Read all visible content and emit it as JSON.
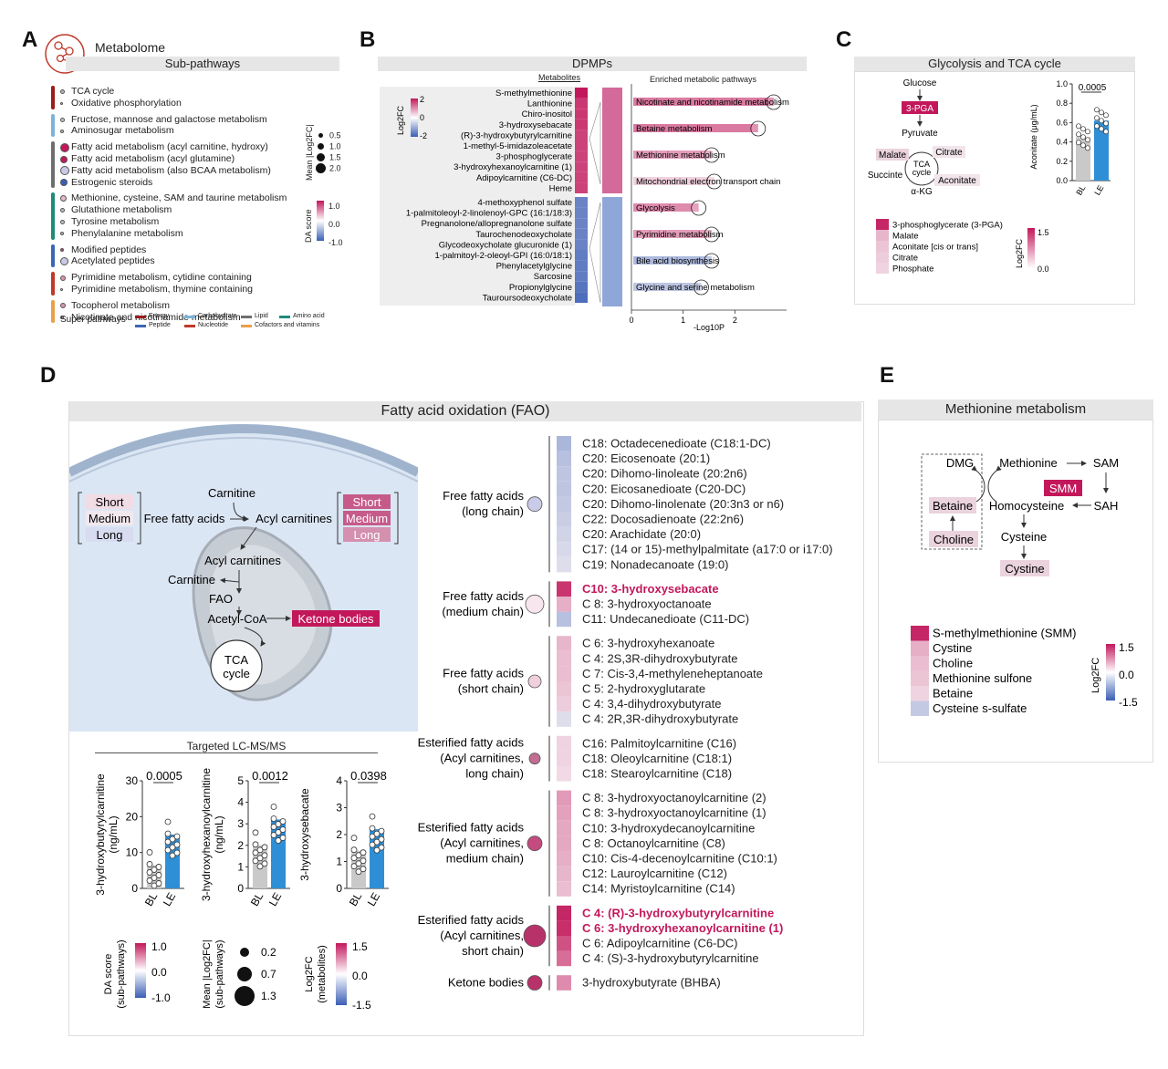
{
  "panelA": {
    "letter": "A",
    "title": "Metabolome",
    "header": "Sub-pathways",
    "groups": [
      {
        "color": "#9b1c1c",
        "items": [
          {
            "label": "TCA cycle",
            "size": 5,
            "color": "#b6b6b6"
          },
          {
            "label": "Oxidative phosphorylation",
            "size": 3,
            "color": "#b6b6b6"
          }
        ]
      },
      {
        "color": "#7cb3d8",
        "items": [
          {
            "label": "Fructose, mannose and galactose metabolism",
            "size": 5,
            "color": "#c3c3c3"
          },
          {
            "label": "Aminosugar metabolism",
            "size": 4,
            "color": "#c3c3c3"
          }
        ]
      },
      {
        "color": "#6e6e6e",
        "items": [
          {
            "label": "Fatty acid metabolism (acyl carnitine, hydroxy)",
            "size": 10,
            "color": "#c2185b"
          },
          {
            "label": "Fatty acid metabolism (acyl glutamine)",
            "size": 8,
            "color": "#c2185b"
          },
          {
            "label": "Fatty acid metabolism (also BCAA metabolism)",
            "size": 10,
            "color": "#c9c9e6"
          },
          {
            "label": "Estrogenic steroids",
            "size": 8,
            "color": "#3b5fb5"
          }
        ]
      },
      {
        "color": "#1f8a7a",
        "items": [
          {
            "label": "Methionine, cysteine, SAM and taurine metabolism",
            "size": 7,
            "color": "#e5b9c8"
          },
          {
            "label": "Glutathione metabolism",
            "size": 5,
            "color": "#bdbdbd"
          },
          {
            "label": "Tyrosine metabolism",
            "size": 5,
            "color": "#bdbdbd"
          },
          {
            "label": "Phenylalanine metabolism",
            "size": 4,
            "color": "#bdbdbd"
          }
        ]
      },
      {
        "color": "#3b66b5",
        "items": [
          {
            "label": "Modified peptides",
            "size": 4,
            "color": "#c04070"
          },
          {
            "label": "Acetylated peptides",
            "size": 9,
            "color": "#c9c9e6"
          }
        ]
      },
      {
        "color": "#c0392b",
        "items": [
          {
            "label": "Pyrimidine metabolism, cytidine containing",
            "size": 6,
            "color": "#d993ad"
          },
          {
            "label": "Pyrimidine metabolism, thymine containing",
            "size": 3,
            "color": "#bdbdbd"
          }
        ]
      },
      {
        "color": "#e8a04a",
        "items": [
          {
            "label": "Tocopherol metabolism",
            "size": 6,
            "color": "#d993ad"
          },
          {
            "label": "Nicotinate and nicotinamide metabolism",
            "size": 4,
            "color": "#bdbdbd"
          }
        ]
      }
    ],
    "size_legend_title": "Mean |Log2FC|",
    "size_legend": [
      "0.5",
      "1.0",
      "1.5",
      "2.0"
    ],
    "da_legend_title": "DA score",
    "da_legend": [
      "1.0",
      "0.0",
      "-1.0"
    ],
    "super_label": "Super pathways",
    "super": [
      {
        "label": "Energy",
        "color": "#9b1c1c"
      },
      {
        "label": "Carbohydrate",
        "color": "#7cb3d8"
      },
      {
        "label": "Lipid",
        "color": "#6e6e6e"
      },
      {
        "label": "Amino acid",
        "color": "#1f8a7a"
      },
      {
        "label": "Peptide",
        "color": "#3b66b5"
      },
      {
        "label": "Nucleotide",
        "color": "#c0392b"
      },
      {
        "label": "Cofactors and vitamins",
        "color": "#e8a04a"
      }
    ]
  },
  "panelB": {
    "letter": "B",
    "header": "DPMPs",
    "metab_header": "Metabolites",
    "pathway_header": "Enriched metabolic pathways",
    "legend_title": "Log2FC",
    "legend_ticks": [
      "2",
      "0",
      "-2"
    ],
    "metabolites": [
      {
        "label": "S-methylmethionine",
        "v": 1.0
      },
      {
        "label": "Lanthionine",
        "v": 0.85
      },
      {
        "label": "Chiro-inositol",
        "v": 0.85
      },
      {
        "label": "3-hydroxysebacate",
        "v": 0.85
      },
      {
        "label": "(R)-3-hydroxybutyrylcarnitine",
        "v": 0.8
      },
      {
        "label": "1-methyl-5-imidazoleacetate",
        "v": 0.8
      },
      {
        "label": "3-phosphoglycerate",
        "v": 0.8
      },
      {
        "label": "3-hydroxyhexanoylcarnitine (1)",
        "v": 0.8
      },
      {
        "label": "Adipoylcarnitine (C6-DC)",
        "v": 0.8
      },
      {
        "label": "Heme",
        "v": 0.8
      },
      {
        "label": "4-methoxyphenol sulfate",
        "v": -0.75
      },
      {
        "label": "1-palmitoleoyl-2-linolenoyl-GPC (16:1/18:3)",
        "v": -0.75
      },
      {
        "label": "Pregnanolone/allopregnanolone sulfate",
        "v": -0.75
      },
      {
        "label": "Taurochenodeoxycholate",
        "v": -0.75
      },
      {
        "label": "Glycodeoxycholate glucuronide (1)",
        "v": -0.75
      },
      {
        "label": "1-palmitoyl-2-oleoyl-GPI (16:0/18:1)",
        "v": -0.8
      },
      {
        "label": "Phenylacetylglycine",
        "v": -0.8
      },
      {
        "label": "Sarcosine",
        "v": -0.8
      },
      {
        "label": "Propionylglycine",
        "v": -0.85
      },
      {
        "label": "Tauroursodeoxycholate",
        "v": -0.9
      }
    ],
    "pathways": [
      {
        "label": "Nicotinate and nicotinamide metabolism",
        "logp": 2.75,
        "fc": 0.7
      },
      {
        "label": "Betaine metabolism",
        "logp": 2.45,
        "fc": 0.7
      },
      {
        "label": "Methionine metabolism",
        "logp": 1.55,
        "fc": 0.5
      },
      {
        "label": "Mitochondrial electron transport chain",
        "logp": 1.6,
        "fc": 0.2
      },
      {
        "label": "Glycolysis",
        "logp": 1.3,
        "fc": 0.6
      },
      {
        "label": "Pyrimidine metabolism",
        "logp": 1.55,
        "fc": 0.5
      },
      {
        "label": "Bile acid biosynthesis",
        "logp": 1.55,
        "fc": -0.5
      },
      {
        "label": "Glycine and serine metabolism",
        "logp": 1.35,
        "fc": -0.4
      }
    ],
    "xlabel": "-Log10P",
    "xticks": [
      "0",
      "1",
      "2"
    ]
  },
  "panelC": {
    "letter": "C",
    "header": "Glycolysis and TCA cycle",
    "nodes": {
      "glucose": "Glucose",
      "pga": "3-PGA",
      "pyruvate": "Pyruvate",
      "malate": "Malate",
      "citrate": "Citrate",
      "tca": "TCA cycle",
      "succinate": "Succinte",
      "aconitate": "Aconitate",
      "akg": "α-KG"
    },
    "bar": {
      "ylabel": "Aconitate (μg/mL)",
      "yticks": [
        "0.0",
        "0.2",
        "0.4",
        "0.6",
        "0.8",
        "1.0"
      ],
      "pval": "0.0005",
      "categories": [
        "BL",
        "LE"
      ],
      "values": [
        0.45,
        0.62
      ]
    },
    "heat": [
      {
        "label": "3-phosphoglycerate (3-PGA)",
        "v": 1.4
      },
      {
        "label": "Malate",
        "v": 0.4
      },
      {
        "label": "Aconitate [cis or trans]",
        "v": 0.3
      },
      {
        "label": "Citrate",
        "v": 0.25
      },
      {
        "label": "Phosphate",
        "v": 0.2
      }
    ],
    "legend_title": "Log2FC",
    "legend_ticks": [
      "1.5",
      "0.0"
    ]
  },
  "panelD": {
    "letter": "D",
    "header": "Fatty acid oxidation (FAO)",
    "left_chips": [
      "Short",
      "Medium",
      "Long"
    ],
    "right_chips": [
      "Short",
      "Medium",
      "Long"
    ],
    "carnitine": "Carnitine",
    "ffa": "Free fatty acids",
    "acylc": "Acyl carnitines",
    "acylc2": "Acyl carnitines",
    "carnitine2": "Carnitine",
    "fao": "FAO",
    "acetyl": "Acetyl-CoA",
    "ketone": "Ketone bodies",
    "tca": "TCA cycle",
    "targeted_header": "Targeted LC-MS/MS",
    "bars": [
      {
        "ylabel": "3-hydroxybutyrylcarnitine (ng/mL)",
        "yticks": [
          "0",
          "10",
          "20",
          "30"
        ],
        "ymax": 30,
        "pval": "0.0005",
        "values": [
          6.5,
          15
        ],
        "categories": [
          "BL",
          "LE"
        ]
      },
      {
        "ylabel": "3-hydroxyhexanoylcarnitine (ng/mL)",
        "yticks": [
          "0",
          "1",
          "2",
          "3",
          "4",
          "5"
        ],
        "ymax": 5,
        "pval": "0.0012",
        "values": [
          2.0,
          3.2
        ],
        "categories": [
          "BL",
          "LE"
        ]
      },
      {
        "ylabel": "3-hydroxysebacate",
        "yticks": [
          "0",
          "1",
          "2",
          "3",
          "4"
        ],
        "ymax": 4,
        "pval": "0.0398",
        "values": [
          1.4,
          2.2
        ],
        "categories": [
          "BL",
          "LE"
        ]
      }
    ],
    "legend_da_title": "DA score (sub-pathways)",
    "legend_da": [
      "1.0",
      "0.0",
      "-1.0"
    ],
    "legend_size_title": "Mean |Log2FC| (sub-pathways)",
    "legend_size": [
      "0.2",
      "0.7",
      "1.3"
    ],
    "legend_fc_title": "Log2FC (metabolites)",
    "legend_fc": [
      "1.5",
      "0.0",
      "-1.5"
    ],
    "groups": [
      {
        "label": "Free fatty acids (long chain)",
        "dot": {
          "size": 16,
          "color": "#c9cbe8"
        },
        "items": [
          {
            "label": "C18: Octadecenedioate (C18:1-DC)",
            "v": -0.6,
            "hi": false
          },
          {
            "label": "C20: Eicosenoate (20:1)",
            "v": -0.5,
            "hi": false
          },
          {
            "label": "C20: Dihomo-linoleate (20:2n6)",
            "v": -0.45,
            "hi": false
          },
          {
            "label": "C20: Eicosanedioate (C20-DC)",
            "v": -0.45,
            "hi": false
          },
          {
            "label": "C20: Dihomo-linolenate (20:3n3 or n6)",
            "v": -0.4,
            "hi": false
          },
          {
            "label": "C22: Docosadienoate (22:2n6)",
            "v": -0.35,
            "hi": false
          },
          {
            "label": "C20: Arachidate (20:0)",
            "v": -0.3,
            "hi": false
          },
          {
            "label": "C17: (14 or 15)-methylpalmitate (a17:0 or i17:0)",
            "v": -0.25,
            "hi": false
          },
          {
            "label": "C19: Nonadecanoate (19:0)",
            "v": -0.2,
            "hi": false
          }
        ]
      },
      {
        "label": "Free fatty acids (medium chain)",
        "dot": {
          "size": 20,
          "color": "#f8e6ee"
        },
        "items": [
          {
            "label": "C10: 3-hydroxysebacate",
            "v": 1.3,
            "hi": true
          },
          {
            "label": "C 8: 3-hydroxyoctanoate",
            "v": 0.45,
            "hi": false
          },
          {
            "label": "C11: Undecanedioate (C11-DC)",
            "v": -0.5,
            "hi": false
          }
        ]
      },
      {
        "label": "Free fatty acids (short chain)",
        "dot": {
          "size": 14,
          "color": "#f0cfdc"
        },
        "items": [
          {
            "label": "C 6: 3-hydroxyhexanoate",
            "v": 0.4,
            "hi": false
          },
          {
            "label": "C 4: 2S,3R-dihydroxybutyrate",
            "v": 0.35,
            "hi": false
          },
          {
            "label": "C 7: Cis-3,4-methyleneheptanoate",
            "v": 0.35,
            "hi": false
          },
          {
            "label": "C 5: 2-hydroxyglutarate",
            "v": 0.3,
            "hi": false
          },
          {
            "label": "C 4: 3,4-dihydroxybutyrate",
            "v": 0.25,
            "hi": false
          },
          {
            "label": "C 4: 2R,3R-dihydroxybutyrate",
            "v": -0.2,
            "hi": false
          }
        ]
      },
      {
        "label": "Esterified fatty acids (Acyl carnitines, long chain)",
        "dot": {
          "size": 12,
          "color": "#c26d93"
        },
        "items": [
          {
            "label": "C16: Palmitoylcarnitine (C16)",
            "v": 0.2,
            "hi": false
          },
          {
            "label": "C18: Oleoylcarnitine (C18:1)",
            "v": 0.2,
            "hi": false
          },
          {
            "label": "C18: Stearoylcarnitine (C18)",
            "v": 0.15,
            "hi": false
          }
        ]
      },
      {
        "label": "Esterified fatty acids (Acyl carnitines, medium chain)",
        "dot": {
          "size": 16,
          "color": "#c44b7e"
        },
        "items": [
          {
            "label": "C 8: 3-hydroxyoctanoylcarnitine (2)",
            "v": 0.6,
            "hi": false
          },
          {
            "label": "C 8: 3-hydroxyoctanoylcarnitine (1)",
            "v": 0.55,
            "hi": false
          },
          {
            "label": "C10: 3-hydroxydecanoylcarnitine",
            "v": 0.5,
            "hi": false
          },
          {
            "label": "C 8: Octanoylcarnitine (C8)",
            "v": 0.5,
            "hi": false
          },
          {
            "label": "C10: Cis-4-decenoylcarnitine (C10:1)",
            "v": 0.45,
            "hi": false
          },
          {
            "label": "C12: Lauroylcarnitine (C12)",
            "v": 0.4,
            "hi": false
          },
          {
            "label": "C14: Myristoylcarnitine (C14)",
            "v": 0.35,
            "hi": false
          }
        ]
      },
      {
        "label": "Esterified fatty acids (Acyl carnitines, short chain)",
        "dot": {
          "size": 24,
          "color": "#b8326a"
        },
        "items": [
          {
            "label": "C 4: (R)-3-hydroxybutyrylcarnitine",
            "v": 1.4,
            "hi": true
          },
          {
            "label": "C 6: 3-hydroxyhexanoylcarnitine (1)",
            "v": 1.35,
            "hi": true
          },
          {
            "label": "C 6: Adipoylcarnitine (C6-DC)",
            "v": 1.1,
            "hi": false
          },
          {
            "label": "C 4: (S)-3-hydroxybutyrylcarnitine",
            "v": 0.9,
            "hi": false
          }
        ]
      },
      {
        "label": "Ketone bodies",
        "dot": {
          "size": 16,
          "color": "#b8326a"
        },
        "items": [
          {
            "label": "3-hydroxybutyrate (BHBA)",
            "v": 0.7,
            "hi": false
          }
        ]
      }
    ]
  },
  "panelE": {
    "letter": "E",
    "header": "Methionine metabolism",
    "nodes": {
      "dmg": "DMG",
      "methionine": "Methionine",
      "sam": "SAM",
      "betaine": "Betaine",
      "homocysteine": "Homocysteine",
      "sah": "SAH",
      "smm": "SMM",
      "choline": "Choline",
      "cysteine": "Cysteine",
      "cystine": "Cystine"
    },
    "heat": [
      {
        "label": "S-methylmethionine (SMM)",
        "v": 1.4
      },
      {
        "label": "Cystine",
        "v": 0.45
      },
      {
        "label": "Choline",
        "v": 0.35
      },
      {
        "label": "Methionine sulfone",
        "v": 0.3
      },
      {
        "label": "Betaine",
        "v": 0.2
      },
      {
        "label": "Cysteine s-sulfate",
        "v": -0.4
      }
    ],
    "legend_title": "Log2FC",
    "legend_ticks": [
      "1.5",
      "0.0",
      "-1.5"
    ]
  },
  "colors": {
    "accent": "#c2185b",
    "blue": "#3b5fb5",
    "bar_blue": "#2e8fd6",
    "bar_grey": "#c9c9c9",
    "header_bg": "#e6e6e6"
  }
}
